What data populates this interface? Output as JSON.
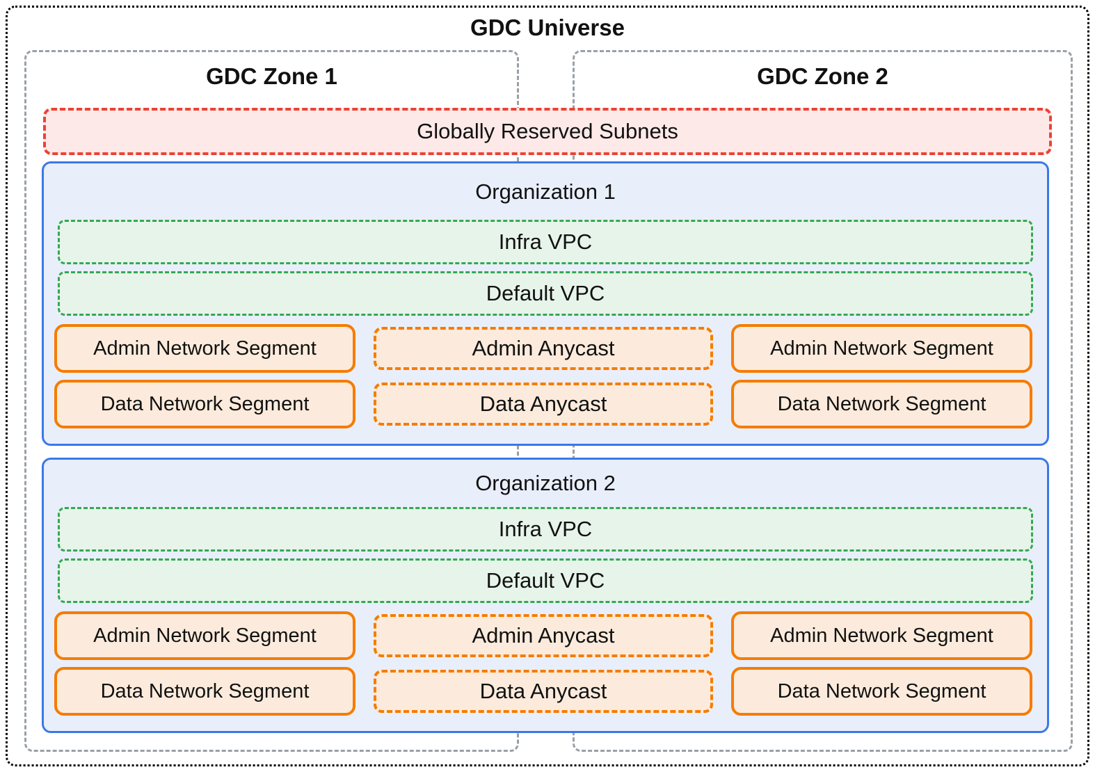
{
  "universe": {
    "title": "GDC Universe"
  },
  "zones": [
    {
      "label": "GDC Zone 1"
    },
    {
      "label": "GDC Zone 2"
    }
  ],
  "reserved_subnets": {
    "label": "Globally Reserved Subnets"
  },
  "organizations": [
    {
      "title": "Organization 1",
      "vpcs": [
        {
          "label": "Infra VPC"
        },
        {
          "label": "Default VPC"
        }
      ],
      "rows": [
        {
          "left": "Admin Network Segment",
          "center": "Admin Anycast",
          "right": "Admin Network Segment"
        },
        {
          "left": "Data Network Segment",
          "center": "Data Anycast",
          "right": "Data Network Segment"
        }
      ]
    },
    {
      "title": "Organization 2",
      "vpcs": [
        {
          "label": "Infra VPC"
        },
        {
          "label": "Default VPC"
        }
      ],
      "rows": [
        {
          "left": "Admin Network Segment",
          "center": "Admin Anycast",
          "right": "Admin Network Segment"
        },
        {
          "left": "Data Network Segment",
          "center": "Data Anycast",
          "right": "Data Network Segment"
        }
      ]
    }
  ],
  "colors": {
    "universe_border": "#000000",
    "zone_border": "#9aa0a6",
    "reserved_border": "#ea4335",
    "reserved_bg": "#fce9e8",
    "org_border": "#3b78e7",
    "org_bg": "#e9eefb",
    "vpc_border": "#34a853",
    "vpc_bg": "#e7f4ea",
    "segment_border": "#f57c00",
    "segment_bg": "#fcebdc",
    "text": "#111111"
  }
}
